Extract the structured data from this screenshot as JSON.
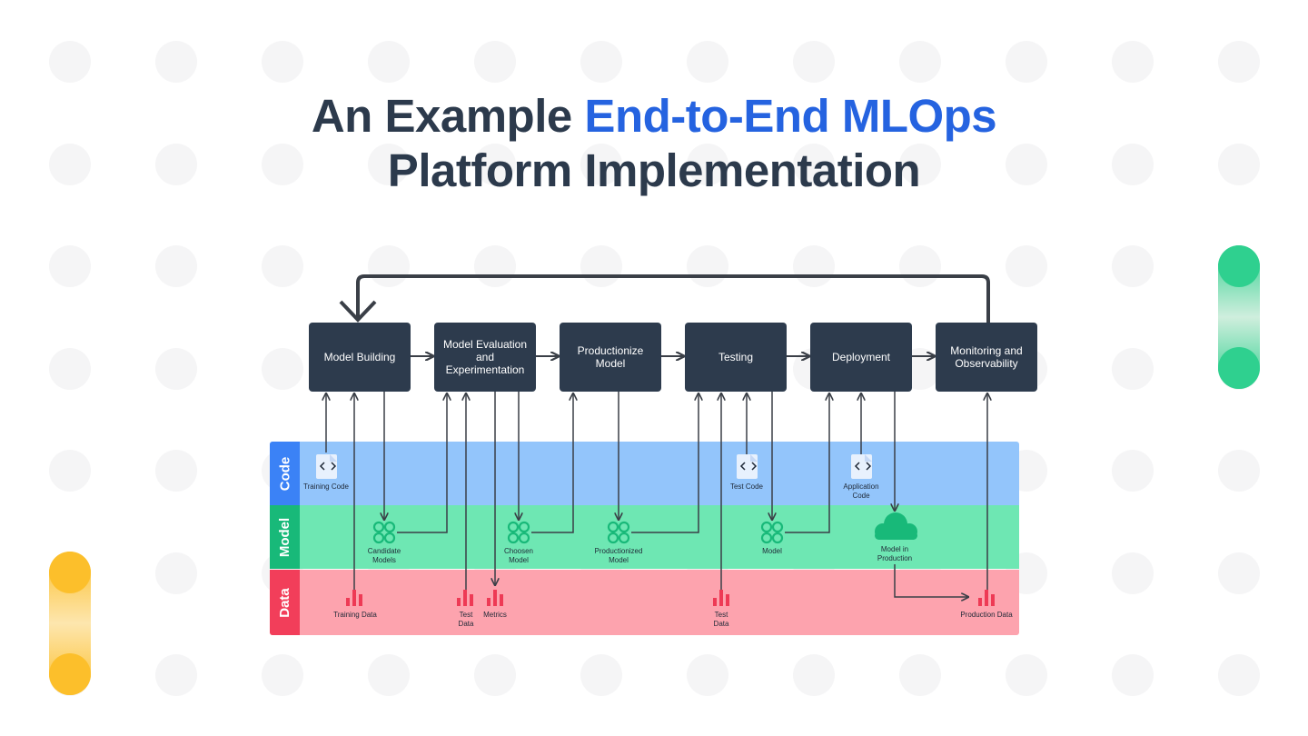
{
  "title": {
    "part1": "An Example ",
    "accent": "End-to-End MLOps",
    "line2": "Platform Implementation"
  },
  "colors": {
    "title_text": "#2c3a4c",
    "title_accent": "#2563e0",
    "stage_box": "#2d3b4d",
    "code_lane": "#93c5fb",
    "model_lane": "#6ee7b3",
    "data_lane": "#fda3ae",
    "model_icon": "#18b979",
    "data_icon": "#ee3a55"
  },
  "stages": [
    {
      "id": "model-building",
      "label": "Model Building"
    },
    {
      "id": "model-evaluation",
      "label": "Model Evaluation and Experimentation"
    },
    {
      "id": "productionize-model",
      "label": "Productionize Model"
    },
    {
      "id": "testing",
      "label": "Testing"
    },
    {
      "id": "deployment",
      "label": "Deployment"
    },
    {
      "id": "monitoring",
      "label": "Monitoring and Observability"
    }
  ],
  "lanes": {
    "code": "Code",
    "model": "Model",
    "data": "Data"
  },
  "artifacts": {
    "code": [
      {
        "id": "training-code",
        "label": "Training Code",
        "icon": "code-file-icon"
      },
      {
        "id": "test-code",
        "label": "Test Code",
        "icon": "code-file-icon"
      },
      {
        "id": "application-code",
        "label": "Application Code",
        "icon": "code-file-icon"
      }
    ],
    "model": [
      {
        "id": "candidate-models",
        "label": "Candidate Models",
        "icon": "model-rings-icon"
      },
      {
        "id": "choosen-model",
        "label": "Choosen Model",
        "icon": "model-rings-icon"
      },
      {
        "id": "productionized-model",
        "label": "Productionized Model",
        "icon": "model-rings-icon"
      },
      {
        "id": "model",
        "label": "Model",
        "icon": "model-rings-icon"
      },
      {
        "id": "model-in-production",
        "label": "Model in Production",
        "icon": "cloud-icon"
      }
    ],
    "data": [
      {
        "id": "training-data",
        "label": "Training Data",
        "icon": "bar-chart-icon"
      },
      {
        "id": "test-data-1",
        "label": "Test Data",
        "icon": "bar-chart-icon"
      },
      {
        "id": "metrics",
        "label": "Metrics",
        "icon": "bar-chart-icon"
      },
      {
        "id": "test-data-2",
        "label": "Test Data",
        "icon": "bar-chart-icon"
      },
      {
        "id": "production-data",
        "label": "Production Data",
        "icon": "bar-chart-icon"
      }
    ]
  }
}
